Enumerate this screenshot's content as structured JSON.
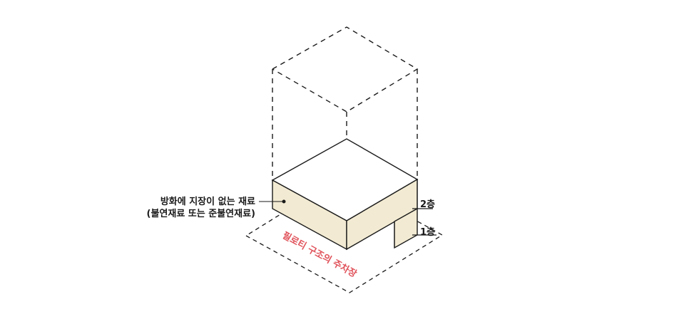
{
  "labels": {
    "material_line1": "방화에 지장이 없는 재료",
    "material_line2": "(불연재료 또는 준불연재료)",
    "floor_2": "2층",
    "floor_1": "1층",
    "parking": "필로티 구조의 주차장"
  },
  "colors": {
    "wall_fill": "#f2ead2",
    "outline": "#1a1a1a",
    "parking_text": "#e0525a"
  }
}
